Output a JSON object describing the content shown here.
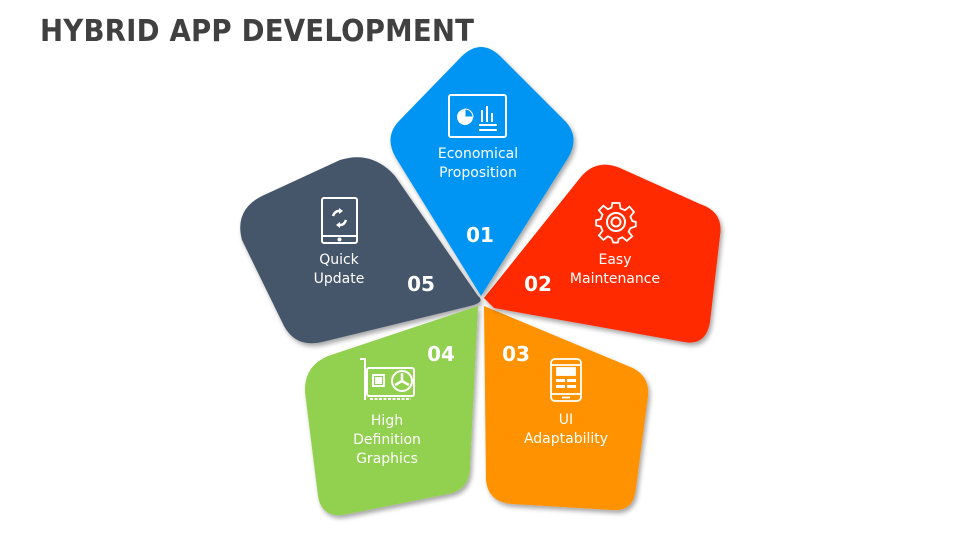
{
  "title": "HYBRID APP DEVELOPMENT",
  "colors": {
    "title": "#404040",
    "petal_01": "#0095F2",
    "petal_02": "#FF2A00",
    "petal_03": "#FF9200",
    "petal_04": "#92D050",
    "petal_05": "#44546A"
  },
  "petals": [
    {
      "number": "01",
      "line1": "Economical",
      "line2": "Proposition",
      "icon": "presentation-chart-icon"
    },
    {
      "number": "02",
      "line1": "Easy",
      "line2": "Maintenance",
      "icon": "gear-icon"
    },
    {
      "number": "03",
      "line1": "UI",
      "line2": "Adaptability",
      "icon": "mobile-ui-icon"
    },
    {
      "number": "04",
      "line1": "High",
      "line2": "Definition",
      "line3": "Graphics",
      "icon": "graphics-card-icon"
    },
    {
      "number": "05",
      "line1": "Quick",
      "line2": "Update",
      "icon": "tablet-refresh-icon"
    }
  ]
}
